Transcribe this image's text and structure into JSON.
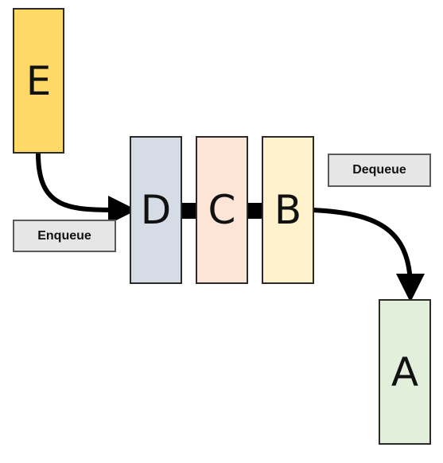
{
  "colors": {
    "E": "#ffd966",
    "D": "#d6dce5",
    "C": "#fce4d6",
    "B": "#fff2cc",
    "A": "#e2efda",
    "label_bg": "#e6e6e6",
    "arrow": "#000000"
  },
  "boxes": {
    "E": "E",
    "D": "D",
    "C": "C",
    "B": "B",
    "A": "A"
  },
  "labels": {
    "enqueue": "Enqueue",
    "dequeue": "Dequeue"
  }
}
